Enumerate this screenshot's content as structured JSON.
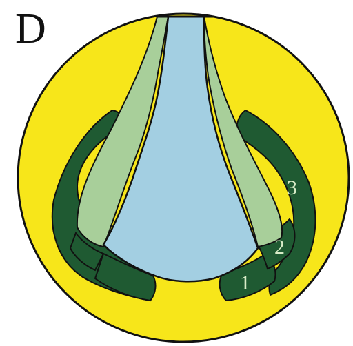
{
  "panel_label": "D",
  "region_labels": {
    "region_1": "1",
    "region_2": "2",
    "region_3": "3"
  },
  "colors": {
    "background": "#ffffff",
    "outer_disc": "#f7e61a",
    "dark_green": "#1f5a32",
    "light_green": "#a8cf9a",
    "blue": "#a3cfe2",
    "outline": "#111111",
    "number_text": "#d9ecc8"
  }
}
